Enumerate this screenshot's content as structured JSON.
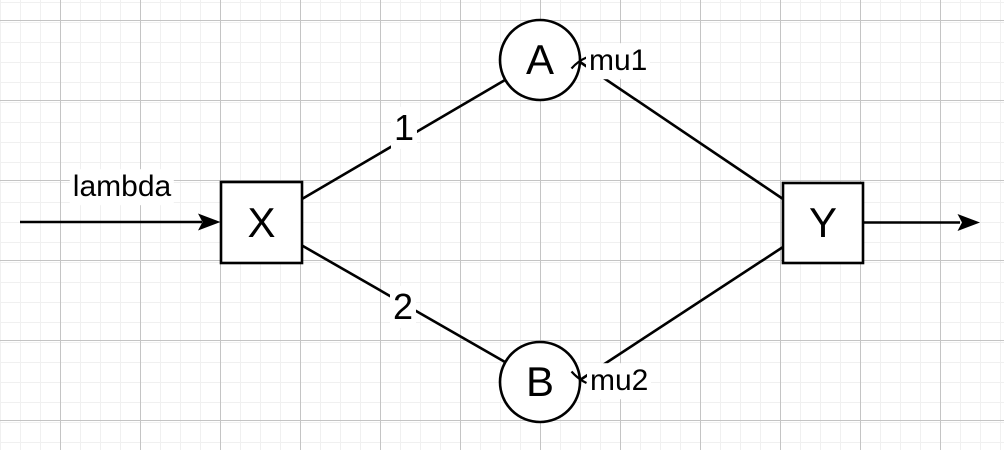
{
  "diagram": {
    "kind": "queueing-network",
    "nodes": {
      "x": {
        "label": "X",
        "shape": "square"
      },
      "a": {
        "label": "A",
        "shape": "circle"
      },
      "b": {
        "label": "B",
        "shape": "circle"
      },
      "y": {
        "label": "Y",
        "shape": "square"
      }
    },
    "edge_labels": {
      "input_rate": "lambda",
      "branch_to_a": "1",
      "branch_to_b": "2",
      "service_rate_a": "mu1",
      "service_rate_b": "mu2"
    }
  },
  "colors": {
    "stroke": "#000000",
    "node_fill": "#ffffff",
    "label_background": "#ffffff",
    "grid_minor": "#f0f0f0",
    "grid_major": "#c4c4c4",
    "canvas_background": "#ffffff"
  }
}
